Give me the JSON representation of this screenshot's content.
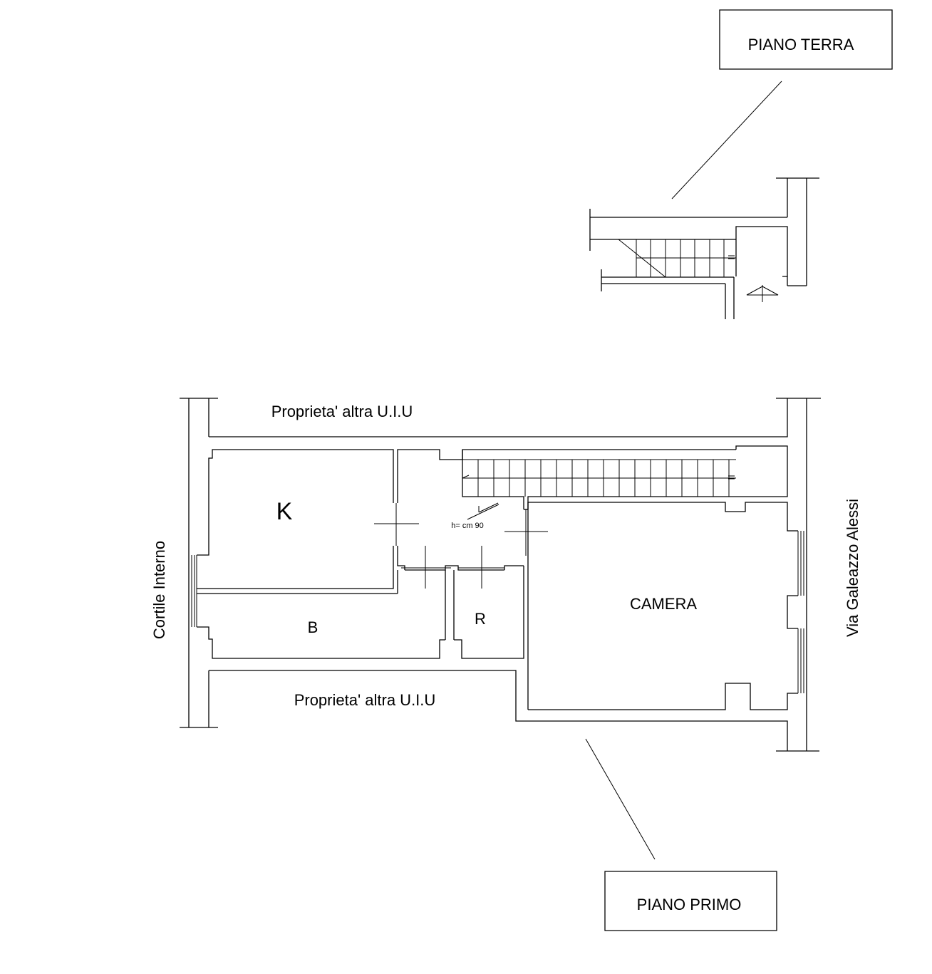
{
  "floors": {
    "ground_label": "PIANO TERRA",
    "first_label": "PIANO PRIMO"
  },
  "labels": {
    "adjacent_top": "Proprieta' altra U.I.U",
    "adjacent_bottom": "Proprieta' altra U.I.U",
    "courtyard": "Cortile Interno",
    "street": "Via Galeazzo Alessi",
    "height_note": "h= cm 90"
  },
  "rooms": {
    "kitchen": "K",
    "bath": "B",
    "storage": "R",
    "bedroom": "CAMERA"
  },
  "colors": {
    "line": "#000000",
    "background": "#ffffff"
  }
}
